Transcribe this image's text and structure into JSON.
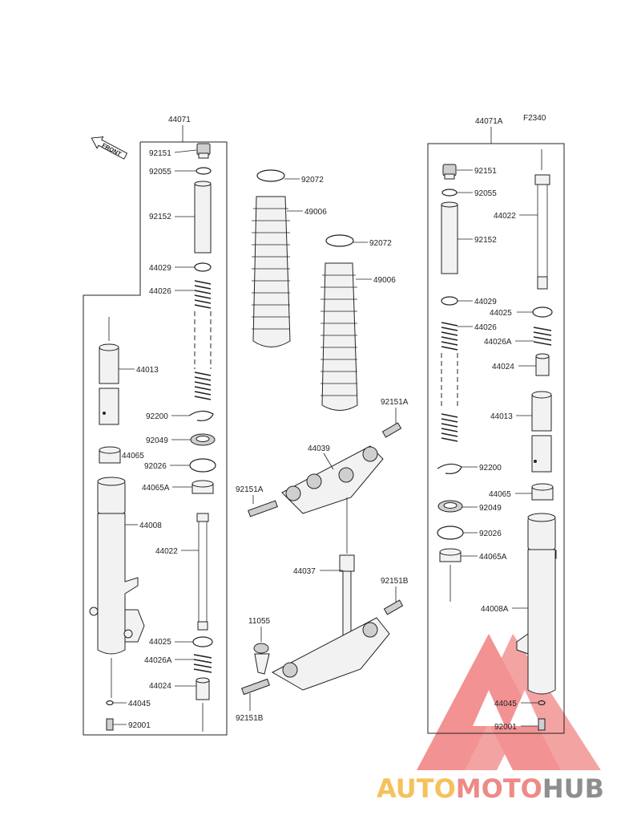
{
  "figure_code": "F2340",
  "front_label": "FRONT",
  "assembly_labels": {
    "left": "44071",
    "right": "44071A"
  },
  "watermark": {
    "text_a": "AUTO",
    "text_b": "MOTO",
    "text_c": "HUB",
    "color_a": "#f6c15c",
    "color_b": "#ee8a86",
    "color_c": "#8e8e8e",
    "triangle_color": "#ef6e6e"
  },
  "callouts_left": {
    "p92151": "92151",
    "p92055": "92055",
    "p92152": "92152",
    "p44029": "44029",
    "p44026": "44026",
    "p44013": "44013",
    "p92200": "92200",
    "p92049": "92049",
    "p44065": "44065",
    "p92026": "92026",
    "p44065A": "44065A",
    "p44008": "44008",
    "p44022": "44022",
    "p44025": "44025",
    "p44026A": "44026A",
    "p44024": "44024",
    "p44045": "44045",
    "p92001": "92001"
  },
  "callouts_center": {
    "p92072a": "92072",
    "p49006a": "49006",
    "p92072b": "92072",
    "p49006b": "49006",
    "p92151A_r": "92151A",
    "p44039": "44039",
    "p92151A_l": "92151A",
    "p44037": "44037",
    "p92151B_r": "92151B",
    "p11055": "11055",
    "p92151B_l": "92151B"
  },
  "callouts_right": {
    "p92151": "92151",
    "p92055": "92055",
    "p44022": "44022",
    "p92152": "92152",
    "p44029": "44029",
    "p44025": "44025",
    "p44026": "44026",
    "p44026A": "44026A",
    "p44024": "44024",
    "p44013": "44013",
    "p92200": "92200",
    "p44065": "44065",
    "p92049": "92049",
    "p92026": "92026",
    "p44065A": "44065A",
    "p44008A": "44008A",
    "p44045": "44045",
    "p92001": "92001"
  }
}
